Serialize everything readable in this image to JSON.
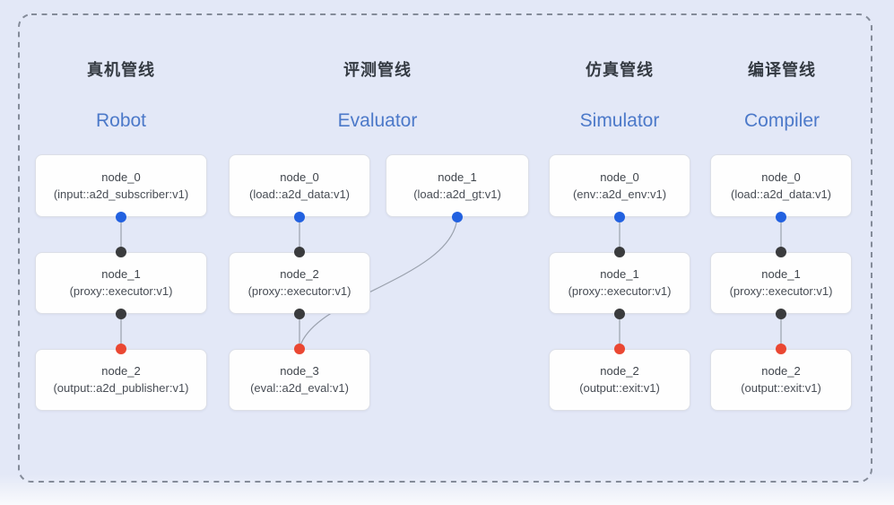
{
  "diagram": {
    "pipelines": [
      {
        "title_zh": "真机管线",
        "title_en": "Robot",
        "nodes": [
          {
            "name": "node_0",
            "type": "(input::a2d_subscriber:v1)"
          },
          {
            "name": "node_1",
            "type": "(proxy::executor:v1)"
          },
          {
            "name": "node_2",
            "type": "(output::a2d_publisher:v1)"
          }
        ]
      },
      {
        "title_zh": "评测管线",
        "title_en": "Evaluator",
        "nodes": [
          {
            "name": "node_0",
            "type": "(load::a2d_data:v1)"
          },
          {
            "name": "node_1",
            "type": "(load::a2d_gt:v1)"
          },
          {
            "name": "node_2",
            "type": "(proxy::executor:v1)"
          },
          {
            "name": "node_3",
            "type": "(eval::a2d_eval:v1)"
          }
        ]
      },
      {
        "title_zh": "仿真管线",
        "title_en": "Simulator",
        "nodes": [
          {
            "name": "node_0",
            "type": "(env::a2d_env:v1)"
          },
          {
            "name": "node_1",
            "type": "(proxy::executor:v1)"
          },
          {
            "name": "node_2",
            "type": "(output::exit:v1)"
          }
        ]
      },
      {
        "title_zh": "编译管线",
        "title_en": "Compiler",
        "nodes": [
          {
            "name": "node_0",
            "type": "(load::a2d_data:v1)"
          },
          {
            "name": "node_1",
            "type": "(proxy::executor:v1)"
          },
          {
            "name": "node_2",
            "type": "(output::exit:v1)"
          }
        ]
      }
    ]
  },
  "colors": {
    "background": "#e3e8f7",
    "box_bg": "#fefefe",
    "box_border": "#dcdfe7",
    "dash_border": "#848b99",
    "edge": "#9aa1ad",
    "port_blue": "#2261e0",
    "port_black": "#3a3b3d",
    "port_red": "#ea4732",
    "title_zh": "#343a42",
    "title_en": "#4c79c9",
    "node_title": "#3f444b",
    "node_sub": "#484d55"
  }
}
